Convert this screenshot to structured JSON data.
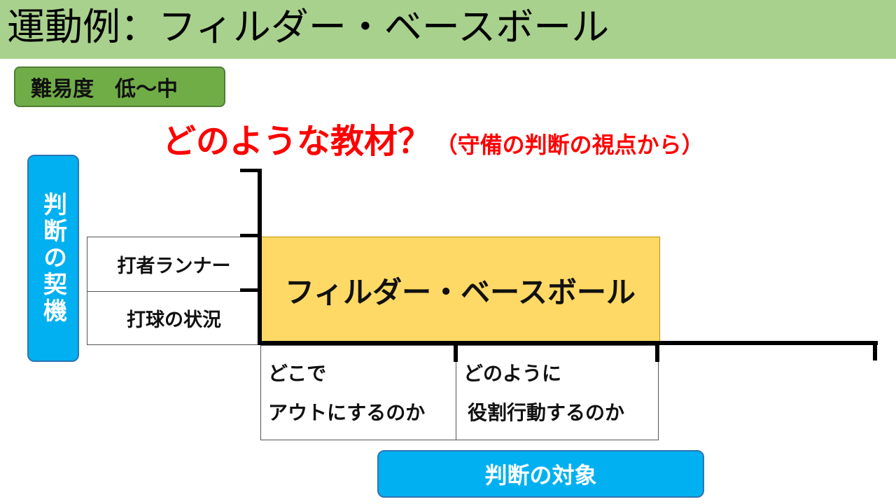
{
  "slide": {
    "title": "運動例：フィルダー・ベースボール",
    "difficulty": "難易度　低～中",
    "question": {
      "main": "どのような教材？",
      "sub": "（守備の判断の視点から）"
    },
    "judgement_trigger": "判断の契機",
    "factors": [
      "打者ランナー",
      "打球の状況"
    ],
    "main_box": "フィルダー・ベースボール",
    "objects": [
      {
        "line1": "どこで",
        "line2": "アウトにするのか"
      },
      {
        "line1": "どのように",
        "line2": "役割行動するのか"
      }
    ],
    "judgement_target": "判断の対象"
  },
  "colors": {
    "title_bar": "#a9d18e",
    "difficulty_box": "#70ad47",
    "question_text": "#ff0000",
    "label_box": "#00b0f0",
    "main_box": "#ffd966"
  }
}
